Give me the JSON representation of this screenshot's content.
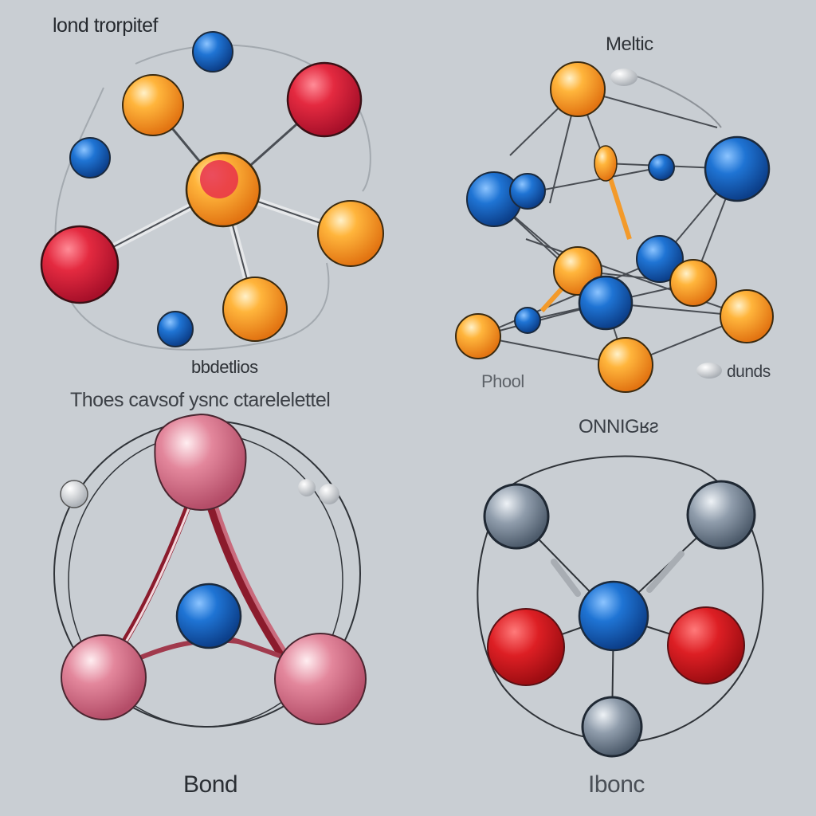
{
  "labels": {
    "top_left_title": "lond trorpitef",
    "top_left_caption": "bbdetlios",
    "top_right_title": "Meltic",
    "top_right_caption_left": "Phool",
    "top_right_caption_right": "dunds",
    "middle_banner": "Thoes cavsof ysnc ctarelelettel",
    "bottom_right_title": "ONNIGʁƨ",
    "bottom_left_caption": "Bond",
    "bottom_right_caption": "Ibonc"
  },
  "colors": {
    "background": "#c9ced3",
    "orange_atom": "#f59a1f",
    "red_atom": "#e0243a",
    "blue_atom": "#1d6fcc",
    "pink_atom": "#d9728a",
    "gray_atom": "#7f8d9c",
    "bond": "#3b3f45"
  }
}
